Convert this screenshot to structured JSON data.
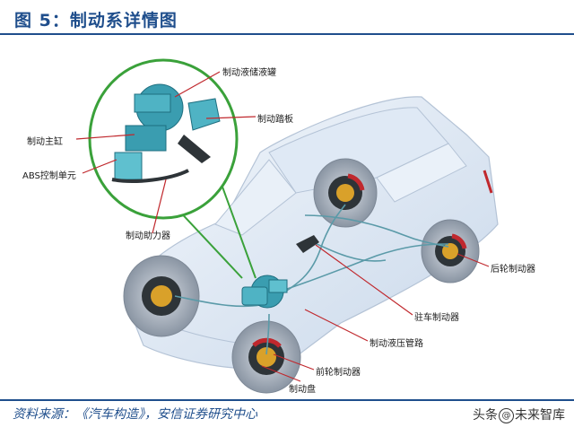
{
  "title": "图 5：制动系详情图",
  "source": "资料来源：《汽车构造》，安信证券研究中心",
  "watermark": {
    "prefix": "头条",
    "at": "@",
    "name": "未来智库"
  },
  "callouts": {
    "fluid_reservoir": "制动液储液罐",
    "brake_pedal": "制动踏板",
    "master_cylinder": "制动主缸",
    "abs_unit": "ABS控制单元",
    "booster": "制动助力器",
    "rear_brake": "后轮制动器",
    "parking_brake": "驻车制动器",
    "hydraulic_lines": "制动液压管路",
    "front_brake": "前轮制动器",
    "brake_disc": "制动盘"
  },
  "colors": {
    "brand_blue": "#1f4e8c",
    "callout_line": "#c0282d",
    "zoom_circle": "#3aa13a",
    "components": "#3a9db0",
    "car_body": "#e6eef8"
  }
}
